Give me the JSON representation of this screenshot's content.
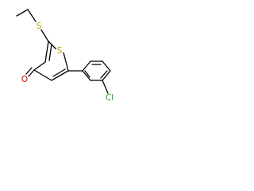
{
  "molecule": {
    "atoms": [
      {
        "symbol": "S",
        "color": "#b8a000"
      },
      {
        "symbol": "S",
        "color": "#b8a000"
      },
      {
        "symbol": "O",
        "color": "#e00000"
      },
      {
        "symbol": "Cl",
        "color": "#1f9e1f"
      }
    ]
  }
}
